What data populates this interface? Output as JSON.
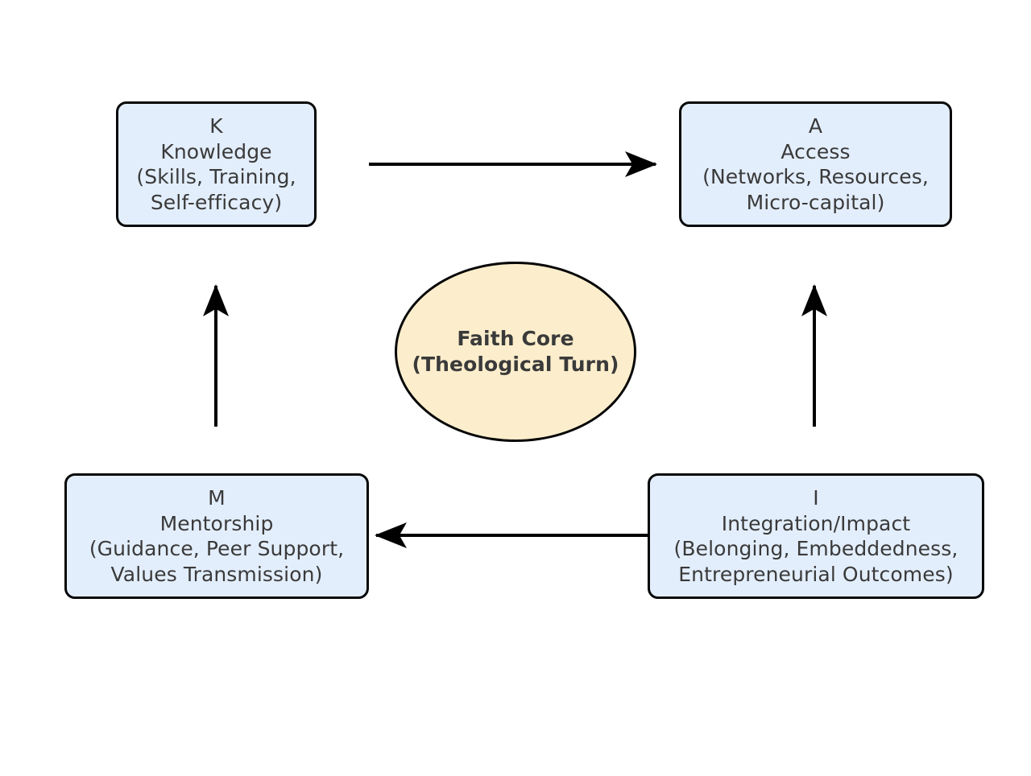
{
  "diagram": {
    "type": "flow-diagram",
    "background_color": "#ffffff",
    "node_fill_color": "#e3eefc",
    "core_fill_color": "#fceecc",
    "border_color": "#060606",
    "text_color": "#3a3a3a",
    "edge_color": "#000000",
    "nodes": {
      "knowledge": {
        "key": "K",
        "title": "Knowledge",
        "detail_line1": "(Skills, Training,",
        "detail_line2": "Self-efficacy)"
      },
      "access": {
        "key": "A",
        "title": "Access",
        "detail_line1": "(Networks, Resources,",
        "detail_line2": "Micro-capital)"
      },
      "mentorship": {
        "key": "M",
        "title": "Mentorship",
        "detail_line1": "(Guidance, Peer Support,",
        "detail_line2": "Values Transmission)"
      },
      "integration": {
        "key": "I",
        "title": "Integration/Impact",
        "detail_line1": "(Belonging, Embeddedness,",
        "detail_line2": "Entrepreneurial Outcomes)"
      },
      "core": {
        "line1": "Faith Core",
        "line2": "(Theological Turn)"
      }
    },
    "edges": [
      {
        "name": "knowledge-to-access",
        "from": "K",
        "to": "A",
        "direction": "right"
      },
      {
        "name": "integration-to-mentorship",
        "from": "I",
        "to": "M",
        "direction": "left"
      },
      {
        "name": "mentorship-to-knowledge",
        "from": "M",
        "to": "K",
        "direction": "up"
      },
      {
        "name": "integration-to-access",
        "from": "I",
        "to": "A",
        "direction": "up"
      }
    ]
  }
}
